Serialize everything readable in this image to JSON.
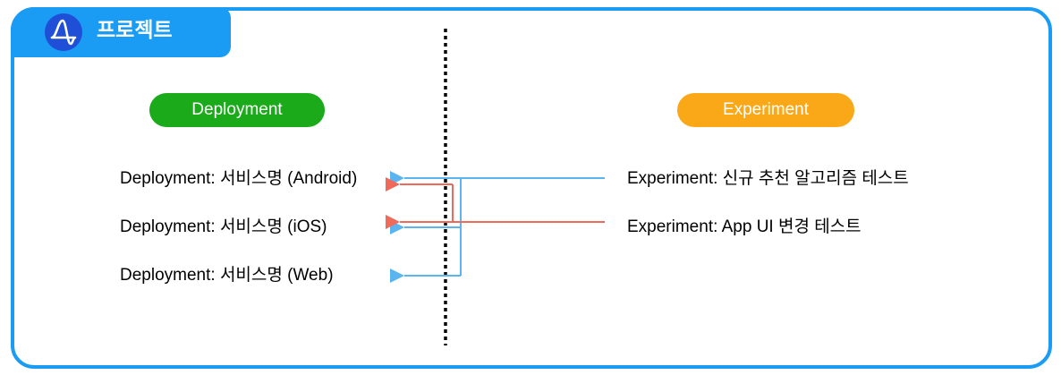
{
  "header": {
    "title": "프로젝트",
    "logo_icon": "amplitude-logo-icon"
  },
  "deployment": {
    "label": "Deployment",
    "color": "#1aaa1a",
    "services": [
      "Deployment: 서비스명 (Android)",
      "Deployment: 서비스명 (iOS)",
      "Deployment: 서비스명 (Web)"
    ]
  },
  "experiment": {
    "label": "Experiment",
    "color": "#fba818",
    "items": [
      "Experiment: 신규 추천 알고리즘 테스트",
      "Experiment: App UI 변경 테스트"
    ]
  },
  "colors": {
    "frame": "#1a9cf5",
    "link_blue": "#5ab4f0",
    "link_red": "#ef6a5a",
    "divider": "#000000"
  }
}
